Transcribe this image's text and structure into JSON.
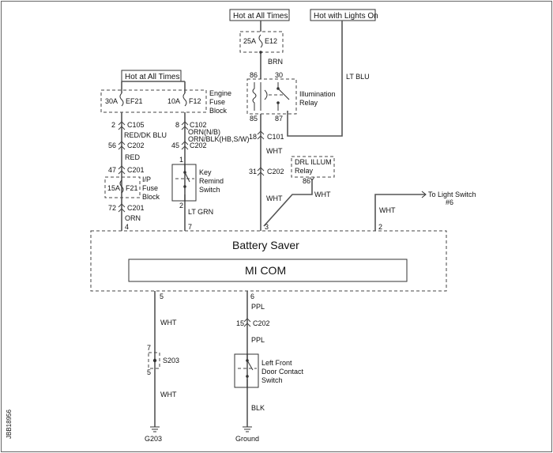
{
  "diagram": {
    "side_code": "JBB18956",
    "sources": {
      "hot_top": "Hot at All Times",
      "hot_lights": "Hot with Lights On",
      "hot_left": "Hot at All Times"
    },
    "fuses": {
      "e12_amp": "25A",
      "e12_name": "E12",
      "ef21_amp": "30A",
      "ef21_name": "EF21",
      "f12_amp": "10A",
      "f12_name": "F12",
      "f21_amp": "15A",
      "f21_name": "F21",
      "engine_block": [
        "Engine",
        "Fuse",
        "Block"
      ],
      "ip_block": [
        "I/P",
        "Fuse",
        "Block"
      ]
    },
    "relay": {
      "pin86": "86",
      "pin30": "30",
      "pin85": "85",
      "pin87": "87",
      "name": [
        "Illumination",
        "Relay"
      ]
    },
    "wires": {
      "brn": "BRN",
      "lt_blu": "LT BLU",
      "red_dk_blu": "RED/DK BLU",
      "red": "RED",
      "orn": "ORN",
      "orn_nb": "ORN(N/B)",
      "orn_blk": "ORN/BLK(HB,S/W)",
      "lt_grn": "LT GRN",
      "wht_1": "WHT",
      "wht_2": "WHT",
      "wht_3": "WHT",
      "wht_4": "WHT",
      "wht_5": "WHT",
      "wht_6": "WHT",
      "ppl_1": "PPL",
      "ppl_2": "PPL",
      "blk": "BLK"
    },
    "connectors": {
      "c105_pin": "2",
      "c105": "C105",
      "c202a_pin": "56",
      "c202a": "C202",
      "c201a_pin": "47",
      "c201a": "C201",
      "c201b_pin": "72",
      "c201b": "C201",
      "c102_pin": "8",
      "c102": "C102",
      "c202b_pin": "45",
      "c202b": "C202",
      "c101_pin": "18",
      "c101": "C101",
      "c202c_pin": "31",
      "c202c": "C202",
      "c202d_pin": "15",
      "c202d": "C202",
      "key_pin1": "1",
      "key_pin2": "2",
      "drl_pin": "86",
      "s203_pin_top": "7",
      "s203_pin_bot": "5",
      "s203": "S203"
    },
    "components": {
      "key_switch": [
        "Key",
        "Remind",
        "Switch"
      ],
      "drl_relay": [
        "DRL ILLUM",
        "Relay"
      ],
      "door_switch": [
        "Left Front",
        "Door Contact",
        "Switch"
      ],
      "light_switch": [
        "To Light Switch",
        "#6"
      ]
    },
    "module": {
      "title": "Battery Saver",
      "inner": "MI COM",
      "pin4": "4",
      "pin7": "7",
      "pin3": "3",
      "pin2": "2",
      "pin5": "5",
      "pin6": "6"
    },
    "grounds": {
      "g203": "G203",
      "ground": "Ground"
    }
  }
}
